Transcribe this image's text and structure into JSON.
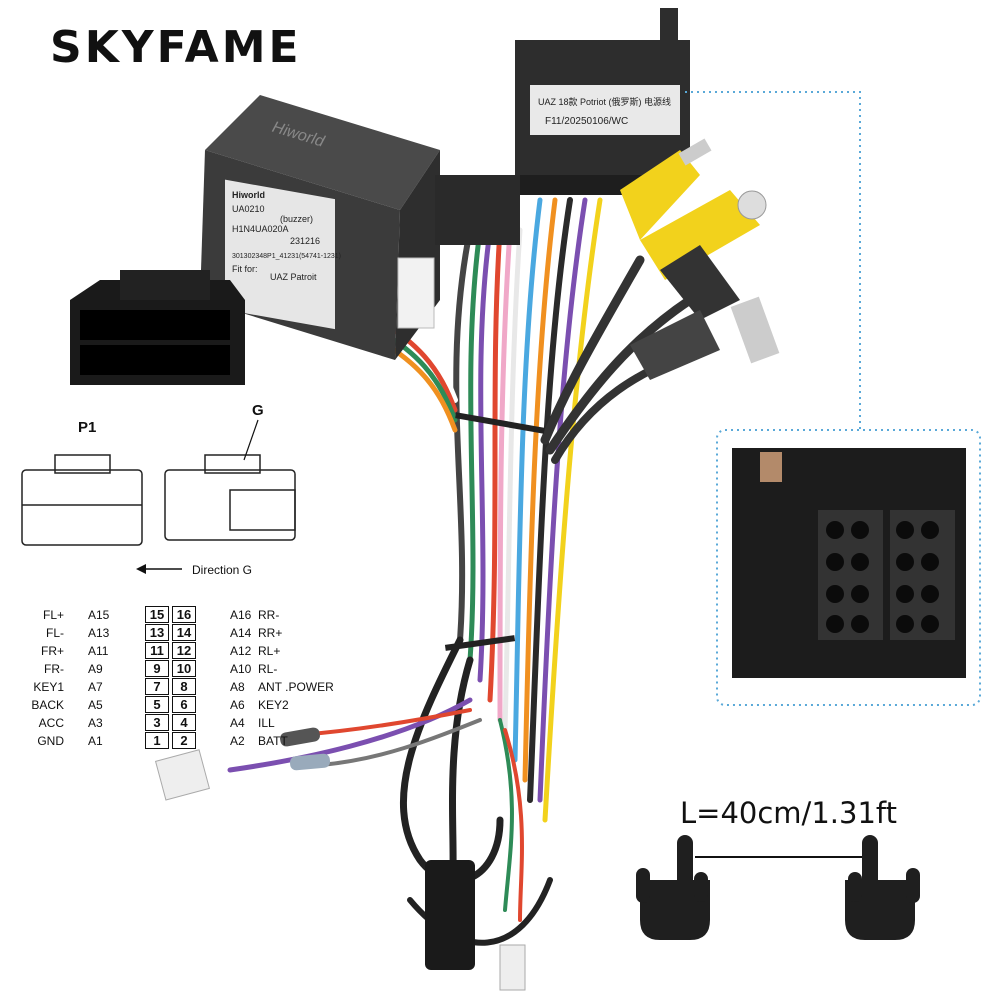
{
  "brand": {
    "name": "SKYFAME"
  },
  "decoder_box": {
    "logo": "Hiworld",
    "label_lines": [
      "Hiworld",
      "UA0210",
      "(buzzer)",
      "H1N4UA020A",
      "231216",
      "301302348P1_41231(54741-1231)",
      "Fit for:",
      "UAZ Patroit"
    ]
  },
  "main_connector": {
    "label_lines": [
      "UAZ 18款 Potriot (俄罗斯) 电源线",
      "F11/20250106/WC"
    ]
  },
  "connector_views": {
    "p1_label": "P1",
    "g_label": "G",
    "direction_label": "Direction G"
  },
  "pinout": {
    "rows": [
      {
        "l_sig": "FL+",
        "l_pin": "A15",
        "l_num": "15",
        "r_num": "16",
        "r_pin": "A16",
        "r_sig": "RR-"
      },
      {
        "l_sig": "FL-",
        "l_pin": "A13",
        "l_num": "13",
        "r_num": "14",
        "r_pin": "A14",
        "r_sig": "RR+"
      },
      {
        "l_sig": "FR+",
        "l_pin": "A11",
        "l_num": "11",
        "r_num": "12",
        "r_pin": "A12",
        "r_sig": "RL+"
      },
      {
        "l_sig": "FR-",
        "l_pin": "A9",
        "l_num": "9",
        "r_num": "10",
        "r_pin": "A10",
        "r_sig": "RL-"
      },
      {
        "l_sig": "KEY1",
        "l_pin": "A7",
        "l_num": "7",
        "r_num": "8",
        "r_pin": "A8",
        "r_sig": "ANT .POWER"
      },
      {
        "l_sig": "BACK",
        "l_pin": "A5",
        "l_num": "5",
        "r_num": "6",
        "r_pin": "A6",
        "r_sig": "KEY2"
      },
      {
        "l_sig": "ACC",
        "l_pin": "A3",
        "l_num": "3",
        "r_num": "4",
        "r_pin": "A4",
        "r_sig": "ILL"
      },
      {
        "l_sig": "GND",
        "l_pin": "A1",
        "l_num": "1",
        "r_num": "2",
        "r_pin": "A2",
        "r_sig": "BATT"
      }
    ]
  },
  "cable_length": {
    "label": "L=40cm/1.31ft"
  },
  "colors": {
    "connector": "#2d2d2d",
    "rca_yellow": "#f2d21c",
    "dotted_frame": "#5aa9d8"
  }
}
